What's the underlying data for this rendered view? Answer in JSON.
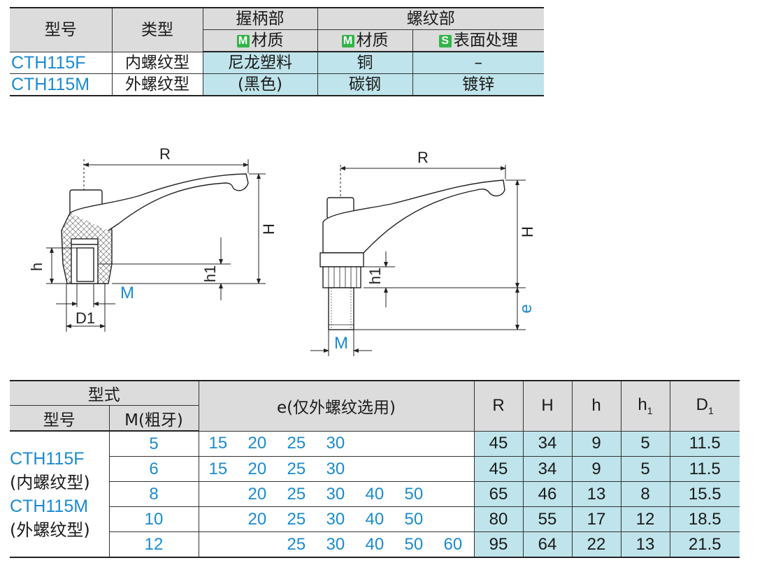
{
  "spec_table": {
    "header": {
      "model": "型号",
      "type": "类型",
      "grip": "握柄部",
      "thread": "螺纹部",
      "grip_material": "材质",
      "thread_material": "材质",
      "thread_surface": "表面处理",
      "material_badge": "M",
      "surface_badge": "S"
    },
    "rows": [
      {
        "model": "CTH115F",
        "type": "内螺纹型",
        "grip_material": "尼龙塑料",
        "thread_material": "铜",
        "surface": "–"
      },
      {
        "model": "CTH115M",
        "type": "外螺纹型",
        "grip_material": "(黑色)",
        "thread_material": "碳钢",
        "surface": "镀锌"
      }
    ],
    "colors": {
      "header_bg": "#dcdcdc",
      "cell_bg": "#bfe4eb",
      "model_text": "#1a8bd0",
      "material_badge": "#35b34a",
      "surface_badge": "#35b34a"
    }
  },
  "drawing": {
    "left_labels": {
      "R": "R",
      "H": "H",
      "h": "h",
      "h1": "h1",
      "M": "M",
      "D1": "D1"
    },
    "right_labels": {
      "R": "R",
      "H": "H",
      "h1": "h1",
      "e": "e",
      "M": "M"
    }
  },
  "dimension_table": {
    "header": {
      "form": "型式",
      "model": "型号",
      "thread": "M(粗牙)",
      "e": "e(仅外螺纹选用)",
      "R": "R",
      "H": "H",
      "h": "h",
      "h1": "h",
      "h1_sub": "1",
      "D1": "D",
      "D1_sub": "1"
    },
    "models": [
      "CTH115F",
      "(内螺纹型)",
      "CTH115M",
      "(外螺纹型)"
    ],
    "rows": [
      {
        "M": "5",
        "e": [
          "15",
          "20",
          "25",
          "30",
          "",
          "",
          ""
        ],
        "R": "45",
        "H": "34",
        "h": "9",
        "h1": "5",
        "D1": "11.5"
      },
      {
        "M": "6",
        "e": [
          "15",
          "20",
          "25",
          "30",
          "",
          "",
          ""
        ],
        "R": "45",
        "H": "34",
        "h": "9",
        "h1": "5",
        "D1": "11.5"
      },
      {
        "M": "8",
        "e": [
          "",
          "20",
          "25",
          "30",
          "40",
          "50",
          ""
        ],
        "R": "65",
        "H": "46",
        "h": "13",
        "h1": "8",
        "D1": "15.5"
      },
      {
        "M": "10",
        "e": [
          "",
          "20",
          "25",
          "30",
          "40",
          "50",
          ""
        ],
        "R": "80",
        "H": "55",
        "h": "17",
        "h1": "12",
        "D1": "18.5"
      },
      {
        "M": "12",
        "e": [
          "",
          "",
          "25",
          "30",
          "40",
          "50",
          "60"
        ],
        "R": "95",
        "H": "64",
        "h": "22",
        "h1": "13",
        "D1": "21.5"
      }
    ]
  }
}
